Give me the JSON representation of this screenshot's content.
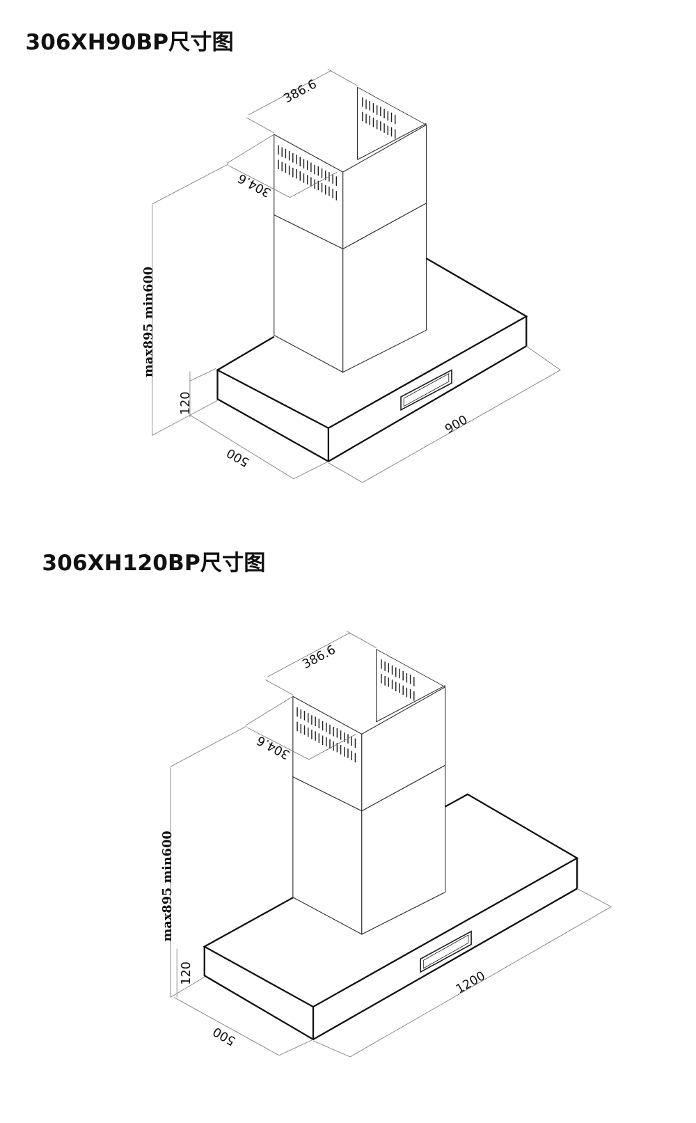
{
  "diagrams": [
    {
      "title": "306XH90BP尺寸图",
      "dims": {
        "chimney_width": "386.6",
        "chimney_depth": "304.6",
        "height_range": "max895 min600",
        "body_height": "120",
        "depth": "500",
        "width": "900"
      }
    },
    {
      "title": "306XH120BP尺寸图",
      "dims": {
        "chimney_width": "386.6",
        "chimney_depth": "304.6",
        "height_range": "max895 min600",
        "body_height": "120",
        "depth": "500",
        "width": "1200"
      }
    }
  ]
}
